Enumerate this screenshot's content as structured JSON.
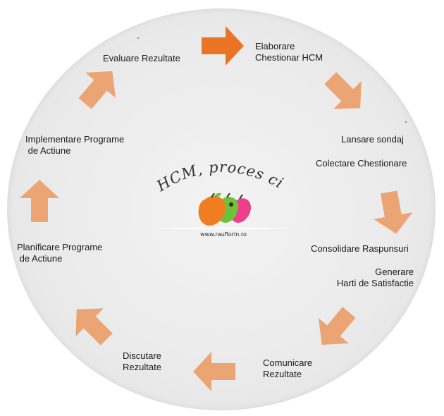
{
  "diagram": {
    "title": "HCM, proces ciclic",
    "site": "www.rauflorin.ro",
    "steps": {
      "elaborare": "Elaborare\nChestionar HCM",
      "lansare": "Lansare sondaj",
      "colectare": "Colectare Chestionare",
      "consolidare": "Consolidare Raspunsuri",
      "generare": "Generare\nHarti de Satisfactie",
      "comunicare": "Comunicare\nRezultate",
      "discutare": "Discutare\nRezultate",
      "planificare": "Planificare Programe\n de Actiune",
      "implementare": "Implementare Programe\n de Actiune",
      "evaluare": "Evaluare Rezultate"
    },
    "colors": {
      "arrow": "#eba474",
      "arrow_active": "#ea7426",
      "apple_orange": "#f07d21",
      "apple_green": "#6cc33a",
      "apple_pink": "#ee3f8a"
    }
  }
}
